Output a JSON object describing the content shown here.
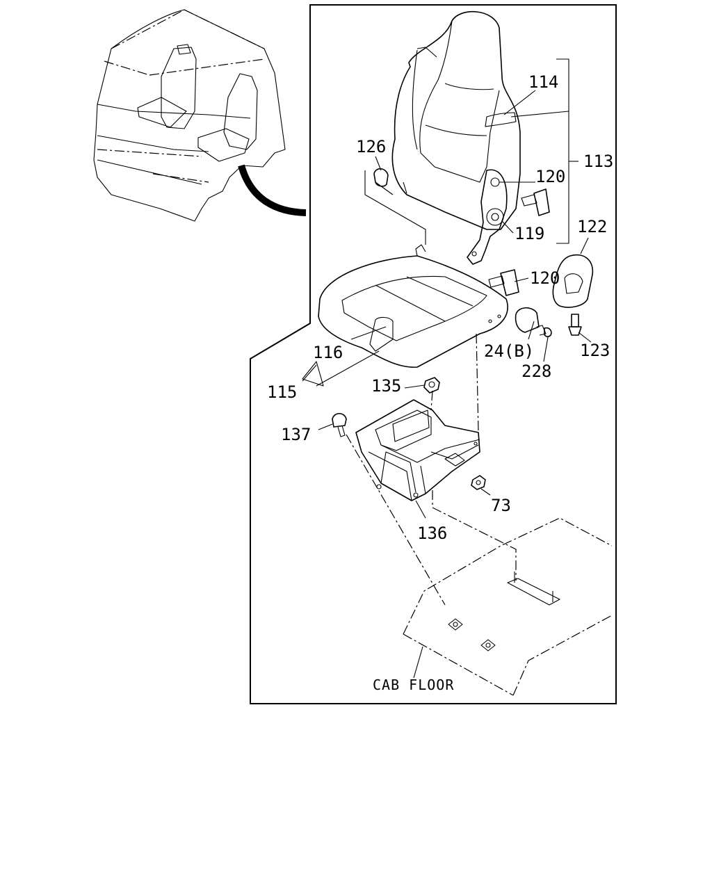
{
  "labels": {
    "p113": "113",
    "p114": "114",
    "p115": "115",
    "p116": "116",
    "p119": "119",
    "p120a": "120",
    "p120b": "120",
    "p122": "122",
    "p123": "123",
    "p126": "126",
    "p24b": "24(B)",
    "p228": "228",
    "p135": "135",
    "p137": "137",
    "p136": "136",
    "p73": "73",
    "cab_floor": "CAB FLOOR"
  }
}
